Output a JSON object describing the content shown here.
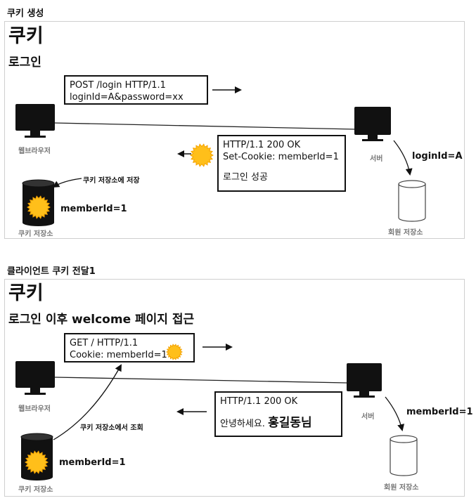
{
  "section1": {
    "title": "쿠키 생성",
    "heading": "쿠키",
    "subheading": "로그인",
    "request": {
      "line1": "POST /login HTTP/1.1",
      "line2": "loginId=A&password=xx"
    },
    "response": {
      "line1": "HTTP/1.1 200 OK",
      "line2": "Set-Cookie: memberId=1",
      "line3": "로그인 성공"
    },
    "browser_label": "웹브라우저",
    "server_label": "서버",
    "server_value": "loginId=A",
    "store_note": "쿠키 저장소에 저장",
    "cookie_value": "memberId=1",
    "cookie_store_label": "쿠키 저장소",
    "member_store_label": "회원 저장소"
  },
  "section2": {
    "title": "클라이언트 쿠키 전달1",
    "heading": "쿠키",
    "subheading": "로그인 이후 welcome 페이지 접근",
    "request": {
      "line1": "GET / HTTP/1.1",
      "line2": "Cookie: memberId=1"
    },
    "response": {
      "line1": "HTTP/1.1 200 OK",
      "greeting": "안녕하세요.",
      "name": "홍길동님"
    },
    "browser_label": "웹브라우저",
    "server_label": "서버",
    "server_value": "memberId=1",
    "lookup_note": "쿠키 저장소에서 조회",
    "cookie_value": "memberId=1",
    "cookie_store_label": "쿠키 저장소",
    "member_store_label": "회원 저장소"
  },
  "colors": {
    "cookie": "#f5a300",
    "cookie_fill": "#ffbf1a",
    "monitor": "#111111",
    "panel_border": "#cfcfcf"
  },
  "icons": [
    "monitor-icon",
    "cookie-burst-icon",
    "database-icon",
    "arrow-right-icon",
    "arrow-left-icon"
  ]
}
